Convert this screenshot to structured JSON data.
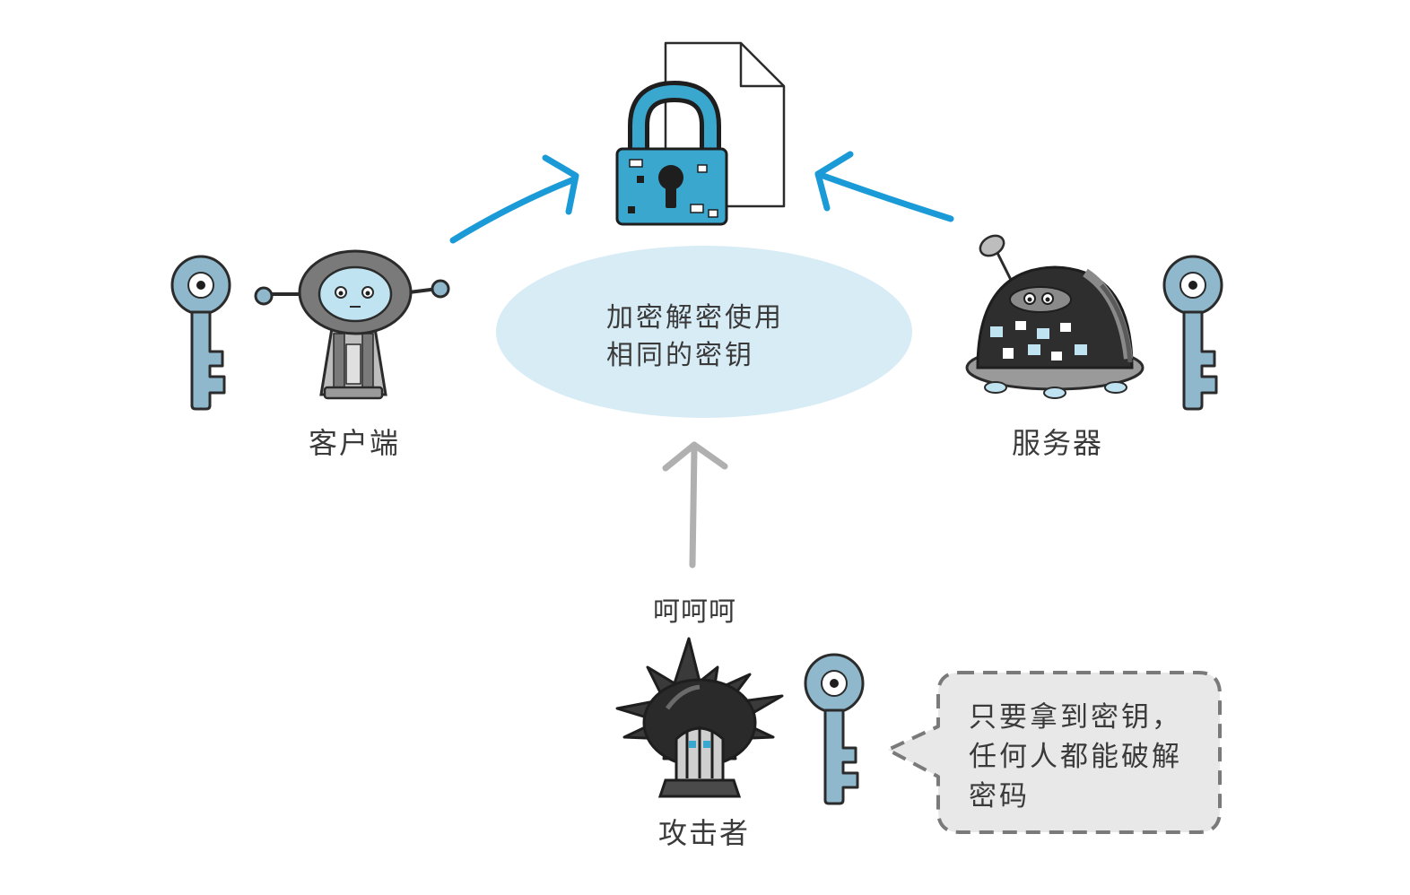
{
  "center": {
    "line1": "加密解密使用",
    "line2": "相同的密钥"
  },
  "client": {
    "label": "客户端"
  },
  "server": {
    "label": "服务器"
  },
  "attacker": {
    "label": "攻击者",
    "laugh": "呵呵呵"
  },
  "bubble": {
    "line1": "只要拿到密钥，",
    "line2": "任何人都能破解",
    "line3": "密码"
  },
  "colors": {
    "accent_blue": "#1a9ad6",
    "lock_blue": "#3aa7cf",
    "key_blue": "#8fb8cc",
    "ellipse_fill": "#d8ecf6",
    "gray_arrow": "#b0b0b0",
    "bubble_fill": "#e8e8e8",
    "robot_gray": "#7a7a7a",
    "robot_face": "#bfe3f1",
    "dark": "#1e1e1e"
  }
}
